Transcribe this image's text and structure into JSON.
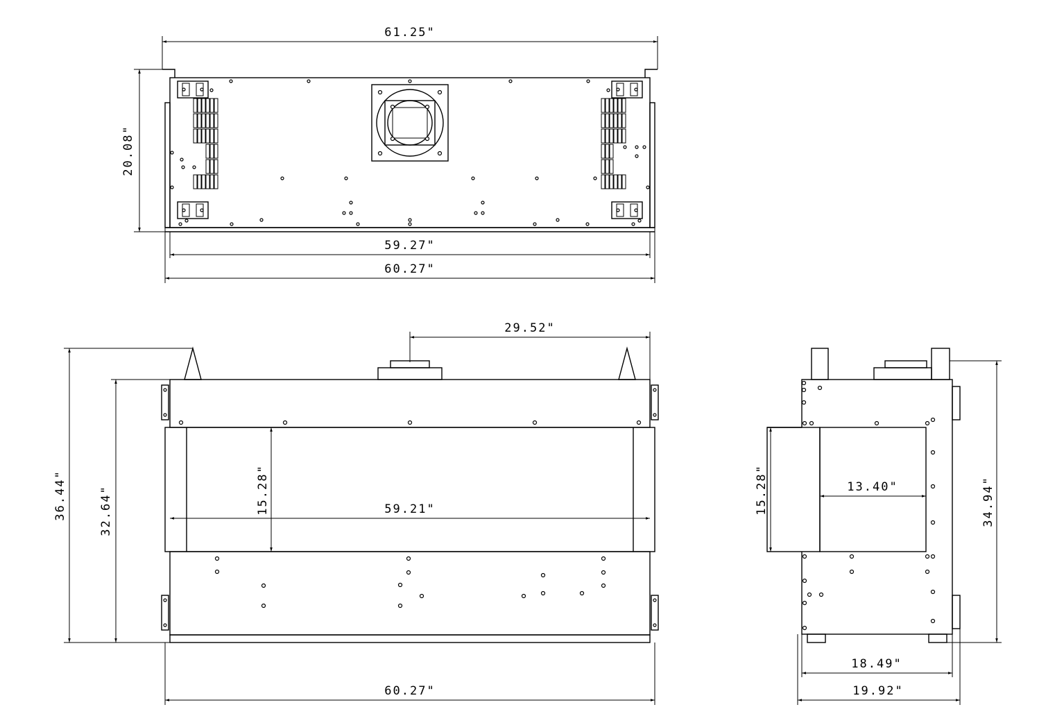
{
  "drawing": {
    "top_view": {
      "overall_width": "61.25\"",
      "depth": "20.08\"",
      "body_width": "59.27\"",
      "total_width": "60.27\""
    },
    "front_view": {
      "flue_offset": "29.52\"",
      "overall_height": "36.44\"",
      "body_height": "32.64\"",
      "opening_height": "15.28\"",
      "opening_width": "59.21\"",
      "overall_width": "60.27\""
    },
    "side_view": {
      "opening_height": "15.28\"",
      "opening_depth": "13.40\"",
      "overall_height": "34.94\"",
      "body_depth": "18.49\"",
      "overall_depth": "19.92\""
    }
  }
}
